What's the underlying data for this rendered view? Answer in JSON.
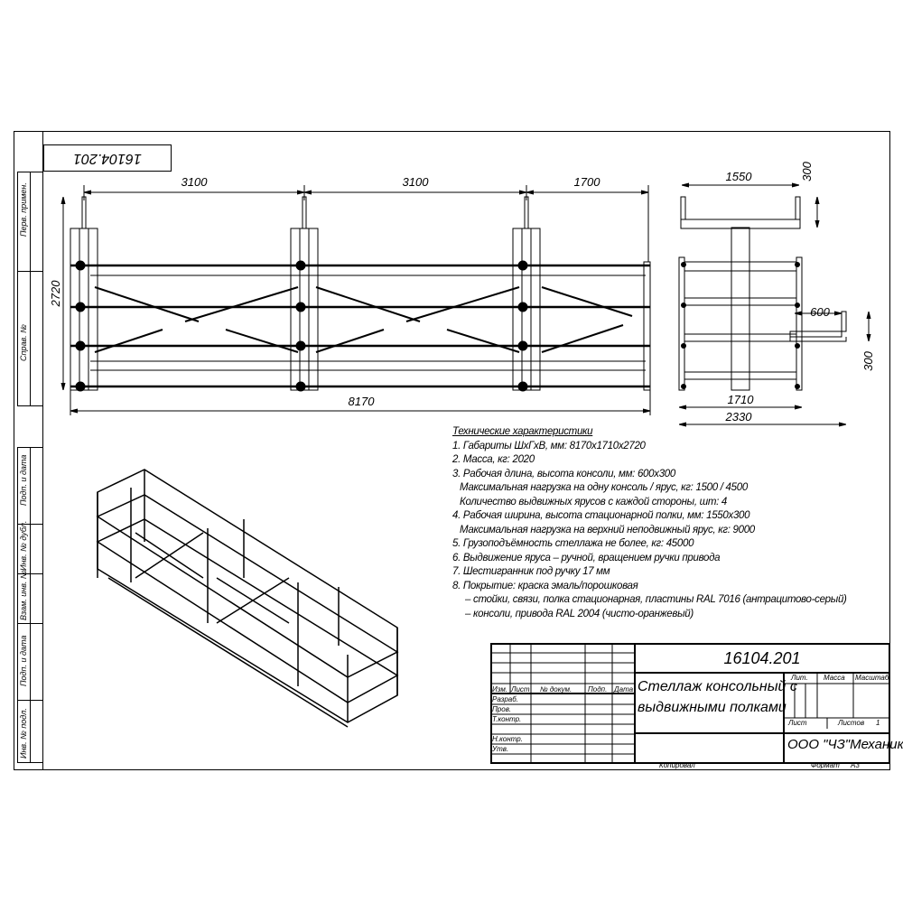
{
  "drawing_number": "16104.201",
  "side_stamp": {
    "labels": [
      "Перв. примен.",
      "Справ. №",
      "Подп. и дата",
      "Инв. № дубл.",
      "Взам. инв. №",
      "Подп. и дата",
      "Инв. № подл."
    ]
  },
  "dimensions": {
    "front": {
      "span1": "3100",
      "span2": "3100",
      "span3": "1700",
      "height": "2720",
      "length": "8170"
    },
    "side": {
      "shelf_width": "1550",
      "shelf_height": "300",
      "console_length": "600",
      "console_height": "300",
      "base": "1710",
      "depth": "2330"
    }
  },
  "specs": {
    "title": "Технические характеристики",
    "lines": [
      "1. Габариты ШхГхВ, мм: 8170х1710х2720",
      "2. Масса, кг: 2020",
      "3. Рабочая длина, высота консоли, мм: 600х300",
      "  Максимальная нагрузка на одну консоль / ярус, кг: 1500 / 4500",
      "  Количество выдвижных ярусов с каждой стороны, шт: 4",
      "4. Рабочая ширина, высота стационарной полки, мм: 1550х300",
      "  Максимальная нагрузка на верхний неподвижный ярус, кг: 9000",
      "5. Грузоподъёмность стеллажа не более, кг: 45000",
      "6. Выдвижение яруса – ручной, вращением ручки привода",
      "7. Шестигранник под ручку 17 мм",
      "8. Покрытие: краска эмаль/порошковая",
      "   – стойки, связи, полка стационарная, пластины RAL 7016 (антрацитово-серый)",
      "   – консоли, привода RAL 2004 (чисто-оранжевый)"
    ]
  },
  "title_block": {
    "headers": [
      "Изм.",
      "Лист",
      "№ докум.",
      "Подп.",
      "Дата"
    ],
    "roles": [
      "Разраб.",
      "Пров.",
      "Т.контр.",
      "Н.контр.",
      "Утв."
    ],
    "name_line1": "Стеллаж консольный с",
    "name_line2": "выдвижными полками",
    "lit": "Лит.",
    "mass": "Масса",
    "scale": "Масштаб",
    "sheet": "Лист",
    "sheets": "Листов",
    "sheets_value": "1",
    "company": "ООО \"ЧЗ\"Механика\"",
    "copied": "Копировал",
    "format": "Формат",
    "format_value": "А3"
  }
}
